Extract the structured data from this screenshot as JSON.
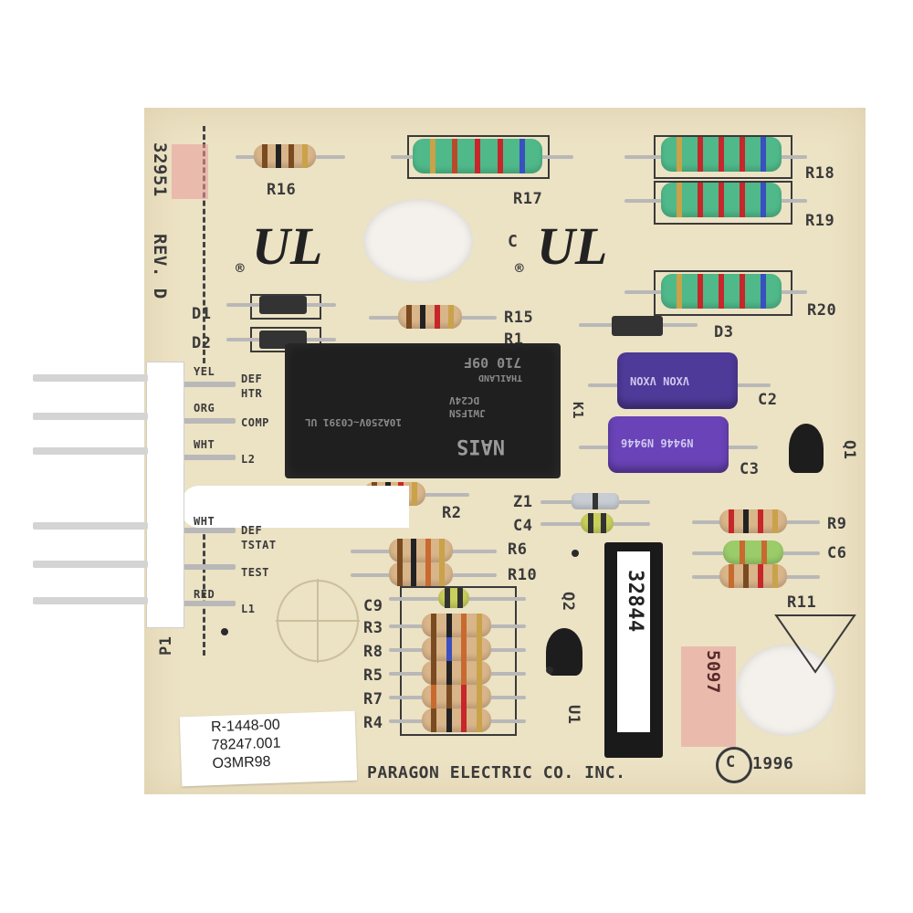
{
  "board": {
    "part_number_vertical": "32951",
    "revision": "REV. D",
    "manufacturer": "PARAGON ELECTRIC CO. INC.",
    "copyright_symbol": "©",
    "copyright_year": "1996",
    "side_code": "5097",
    "connector_label": "P1"
  },
  "sticker": {
    "line1": "R-1448-00",
    "line2": "78247.001",
    "line3": "O3MR98"
  },
  "ic": {
    "label": "32844",
    "ref": "U1"
  },
  "relay": {
    "ref": "K1",
    "brand": "NAIS",
    "code": "710 09F",
    "country": "THAILAND",
    "rating1": "10A250V~C0391 UL",
    "rating2": "JW1FSN",
    "rating3": "DC24V"
  },
  "capacitors": {
    "c2_text": "VXON  VXON",
    "c3_text": "N9446  N9446"
  },
  "connector_pins": [
    {
      "color": "YEL",
      "function": "DEF",
      "function2": "HTR"
    },
    {
      "color": "ORG",
      "function": "COMP",
      "function2": ""
    },
    {
      "color": "WHT",
      "function": "L2",
      "function2": ""
    },
    {
      "color": "WHT",
      "function": "DEF",
      "function2": "TSTAT"
    },
    {
      "color": "",
      "function": "TEST",
      "function2": ""
    },
    {
      "color": "RED",
      "function": "L1",
      "function2": ""
    }
  ],
  "refs": {
    "r16": "R16",
    "r17": "R17",
    "r18": "R18",
    "r19": "R19",
    "r20": "R20",
    "r15": "R15",
    "r1": "R1",
    "r2": "R2",
    "r6": "R6",
    "r10": "R10",
    "r9": "R9",
    "c6": "C6",
    "r11": "R11",
    "c9": "C9",
    "r3": "R3",
    "r8": "R8",
    "r5": "R5",
    "r7": "R7",
    "r4": "R4",
    "d1": "D1",
    "d2": "D2",
    "d3": "D3",
    "c2": "C2",
    "c3": "C3",
    "c4": "C4",
    "z1": "Z1",
    "q1": "Q1",
    "q2": "Q2"
  },
  "colors": {
    "board": "#ece2c4",
    "silkscreen": "#3a3a3a",
    "resistor_tan": "#d9b58a",
    "resistor_green": "#4fb98a",
    "capacitor_purple": "#5b3fa6",
    "relay_black": "#1f1f1f"
  }
}
